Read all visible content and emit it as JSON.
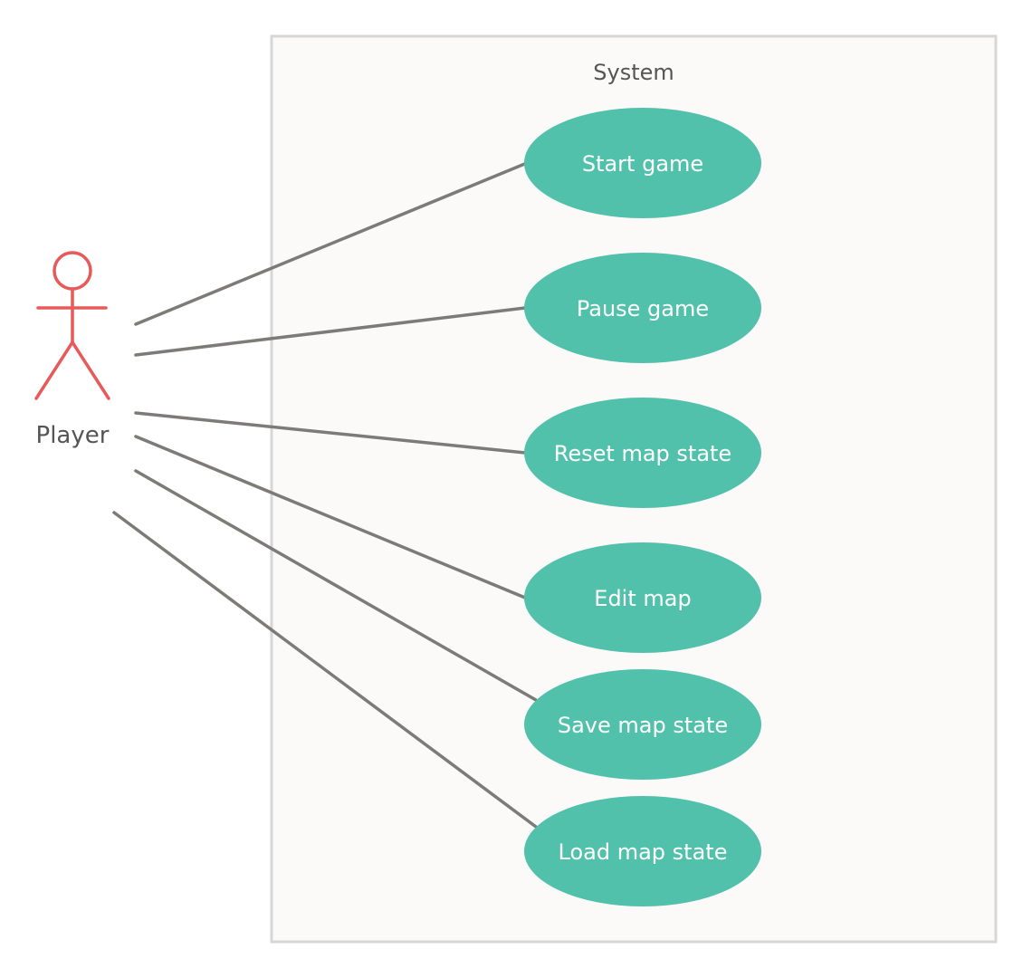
{
  "colors": {
    "boundary_fill": "#fbfaf9",
    "boundary_stroke": "#d6d6d6",
    "usecase_fill": "#52c1ab",
    "usecase_text": "#ffffff",
    "actor_stroke": "#e85a5a",
    "association": "#7d7b78",
    "label_text": "#555555"
  },
  "system": {
    "label": "System"
  },
  "actor": {
    "label": "Player",
    "icon": "stick-figure-icon"
  },
  "use_cases": [
    {
      "id": "start-game",
      "label": "Start game"
    },
    {
      "id": "pause-game",
      "label": "Pause game"
    },
    {
      "id": "reset-map-state",
      "label": "Reset map state"
    },
    {
      "id": "edit-map",
      "label": "Edit map"
    },
    {
      "id": "save-map-state",
      "label": "Save map state"
    },
    {
      "id": "load-map-state",
      "label": "Load map state"
    }
  ]
}
